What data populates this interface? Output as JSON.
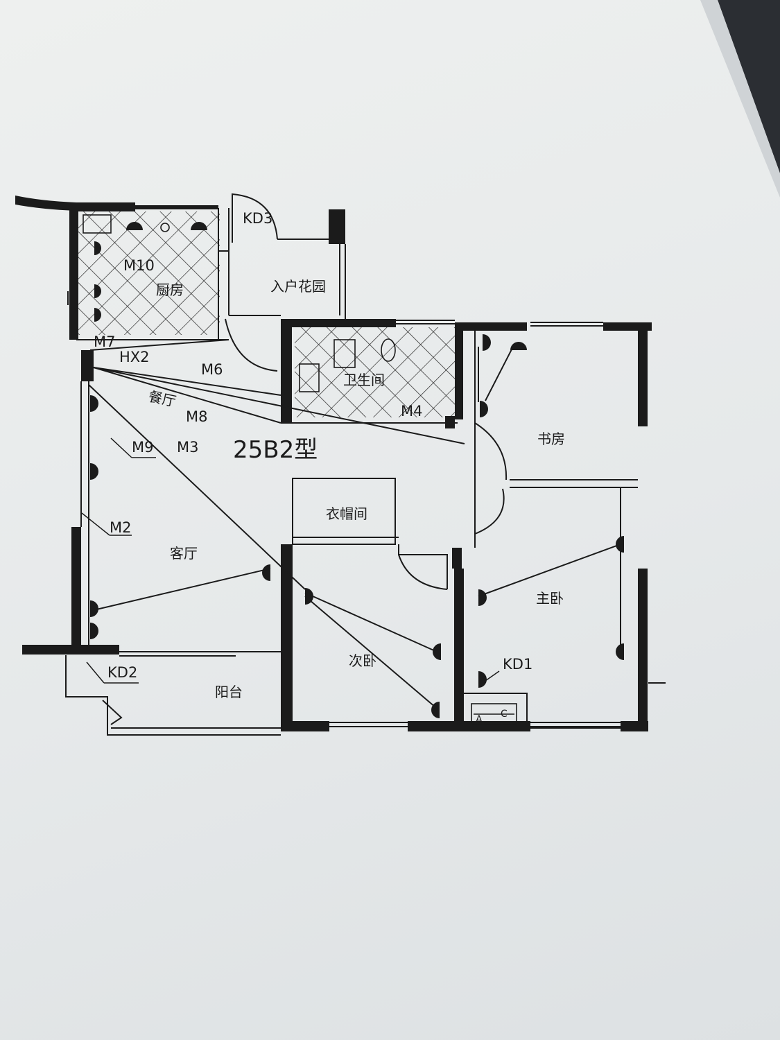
{
  "drawing": {
    "title": "25B2型"
  },
  "rooms": {
    "kitchen": "厨房",
    "entry_garden": "入户花园",
    "bathroom": "卫生间",
    "dining": "餐厅",
    "study": "书房",
    "cloakroom": "衣帽间",
    "living": "客厅",
    "master_bedroom": "主卧",
    "second_bedroom": "次卧",
    "balcony": "阳台"
  },
  "codes": {
    "kd3": "KD3",
    "m10": "M10",
    "m7": "M7",
    "hx2": "HX2",
    "m6": "M6",
    "m8": "M8",
    "m4": "M4",
    "m9": "M9",
    "m3": "M3",
    "m2": "M2",
    "kd2": "KD2",
    "kd1": "KD1",
    "panel_c": "C",
    "panel_a": "A"
  },
  "colors": {
    "ink": "#1b1b1b",
    "paper": "#e9ecec",
    "background": "#2a2d31"
  }
}
